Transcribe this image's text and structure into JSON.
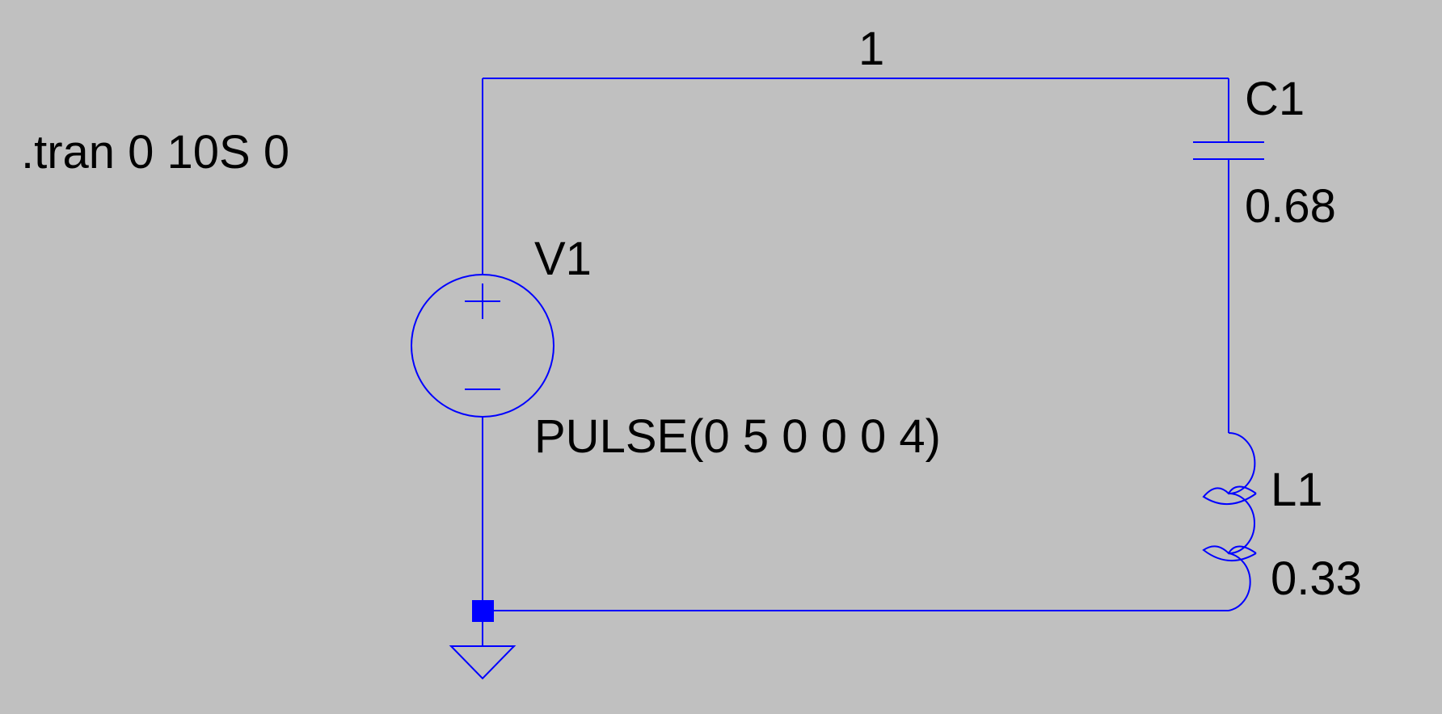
{
  "schematic": {
    "directive": ".tran 0 10S 0",
    "net_label": "1",
    "voltage_source": {
      "name": "V1",
      "value": "PULSE(0 5 0 0 0 4)"
    },
    "capacitor": {
      "name": "C1",
      "value": "0.68"
    },
    "inductor": {
      "name": "L1",
      "value": "0.33"
    }
  },
  "colors": {
    "background": "#c0c0c0",
    "wire": "#0000ff",
    "text": "#000000"
  }
}
